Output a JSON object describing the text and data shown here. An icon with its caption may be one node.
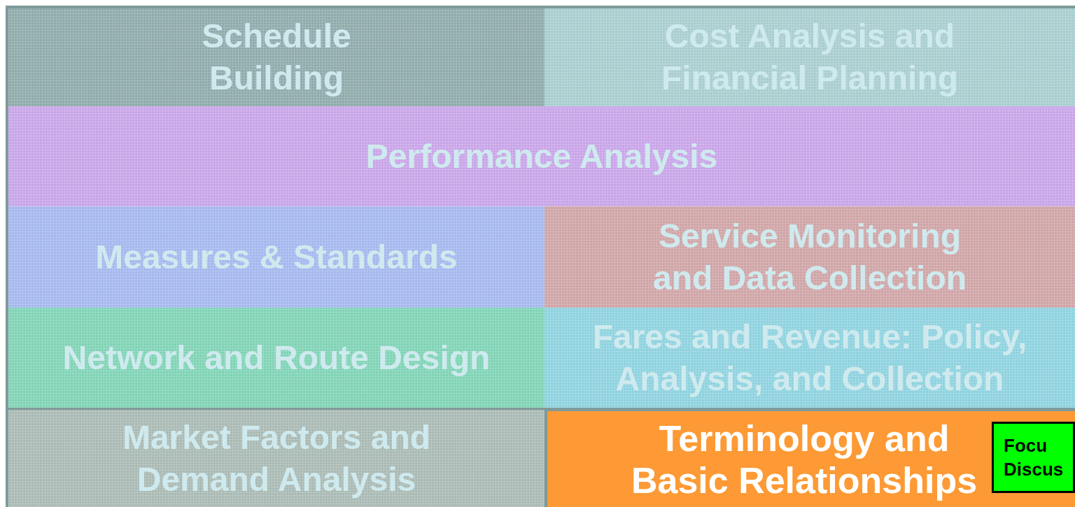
{
  "diagram": {
    "nodes": [
      {
        "text": [
          "Schedule Building"
        ]
      },
      {
        "text": [
          "Cost Analysis and Financial Planning"
        ]
      },
      {
        "text": [
          "Performance Analysis"
        ]
      },
      {
        "text": [
          "Measures & Standards"
        ]
      },
      {
        "text": [
          "Service Monitoring and Data Collection"
        ]
      },
      {
        "text": [
          "Network and Route Design"
        ]
      },
      {
        "text": [
          "Fares and Revenue: Policy, Analysis, and Collection"
        ]
      },
      {
        "text": [
          "Market Factors and Demand Analysis"
        ]
      },
      {
        "text": [
          "Terminology and Basic Relationships"
        ]
      },
      {
        "text": [
          "Focu Discus"
        ],
        "in": 8
      }
    ]
  }
}
